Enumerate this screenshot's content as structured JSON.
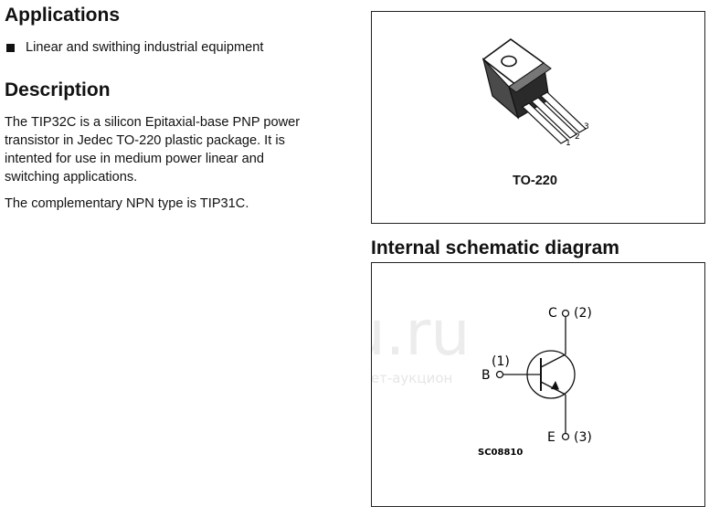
{
  "applications": {
    "heading": "Applications",
    "items": [
      "Linear and swithing industrial equipment"
    ]
  },
  "description": {
    "heading": "Description",
    "paragraph1_lines": [
      "The TIP32C is a silicon Epitaxial-base PNP power",
      "transistor in Jedec TO-220 plastic package. It is",
      "intented for use in medium power linear and",
      "switching applications."
    ],
    "paragraph2": "The complementary NPN type is TIP31C."
  },
  "package": {
    "label": "TO-220",
    "pins": [
      "1",
      "2",
      "3"
    ]
  },
  "schematic": {
    "heading": "Internal schematic diagram",
    "collector_label": "C",
    "collector_pin": "(2)",
    "base_label": "B",
    "base_pin": "(1)",
    "emitter_label": "E",
    "emitter_pin": "(3)",
    "code": "SC08810"
  },
  "watermark": {
    "main": "au.ru",
    "sub": "интернет-аукцион"
  },
  "colors": {
    "text": "#111111",
    "border": "#222222",
    "watermark": "#ececec"
  }
}
